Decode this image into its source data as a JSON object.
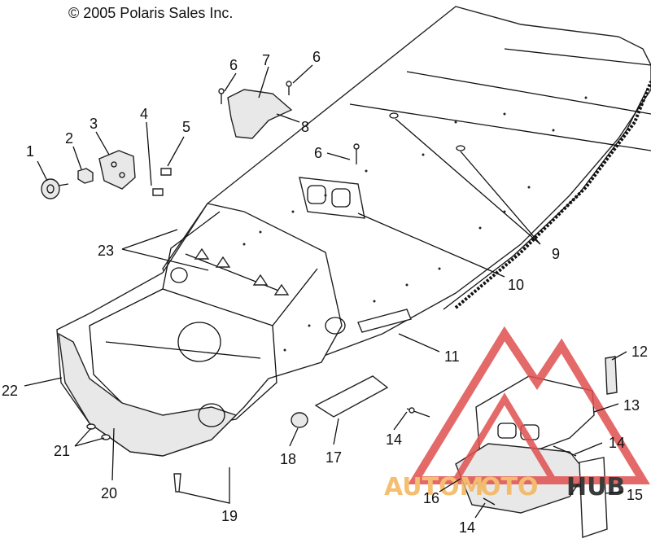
{
  "copyright": "© 2005 Polaris Sales Inc.",
  "watermark": {
    "text_left": "AUTOM",
    "text_mid": "OTO",
    "text_right": "HUB",
    "color_red": "#e05050",
    "color_orange": "#f4b55a",
    "color_dark": "#1a1a1a"
  },
  "callouts": [
    {
      "id": "c1",
      "label": "1"
    },
    {
      "id": "c2",
      "label": "2"
    },
    {
      "id": "c3",
      "label": "3"
    },
    {
      "id": "c4",
      "label": "4"
    },
    {
      "id": "c5",
      "label": "5"
    },
    {
      "id": "c6a",
      "label": "6"
    },
    {
      "id": "c6b",
      "label": "6"
    },
    {
      "id": "c6c",
      "label": "6"
    },
    {
      "id": "c7",
      "label": "7"
    },
    {
      "id": "c8",
      "label": "8"
    },
    {
      "id": "c9",
      "label": "9"
    },
    {
      "id": "c10",
      "label": "10"
    },
    {
      "id": "c11",
      "label": "11"
    },
    {
      "id": "c12",
      "label": "12"
    },
    {
      "id": "c13",
      "label": "13"
    },
    {
      "id": "c14a",
      "label": "14"
    },
    {
      "id": "c14b",
      "label": "14"
    },
    {
      "id": "c14c",
      "label": "14"
    },
    {
      "id": "c15",
      "label": "15"
    },
    {
      "id": "c16",
      "label": "16"
    },
    {
      "id": "c17",
      "label": "17"
    },
    {
      "id": "c18",
      "label": "18"
    },
    {
      "id": "c19",
      "label": "19"
    },
    {
      "id": "c20",
      "label": "20"
    },
    {
      "id": "c21",
      "label": "21"
    },
    {
      "id": "c22",
      "label": "22"
    },
    {
      "id": "c23",
      "label": "23"
    }
  ]
}
